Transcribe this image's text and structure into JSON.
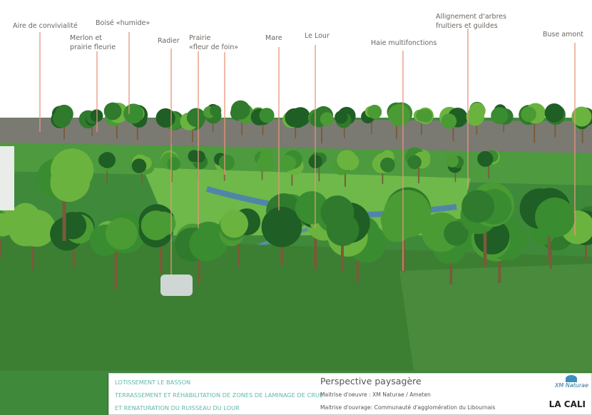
{
  "labels": {
    "aire": "Aire de convivialité",
    "merlon_1": "Merlon et",
    "merlon_2": "prairie fleurie",
    "boise": "Boisé «humide»",
    "radier": "Radier",
    "prairie_1": "Prairie",
    "prairie_2": "«fleur de foin»",
    "mare": "Mare",
    "lour": "Le Lour",
    "haie": "Haie multifonctions",
    "allign_1": "Allignement d'arbres",
    "allign_2": "fruitiers et guildes",
    "buse": "Buse amont"
  },
  "panel": {
    "line1": "LOTISSEMENT LE BASSON",
    "line2": "TERRASSEMENT ET RÉHABILITATION DE ZONES DE LAMINAGE DE CRUE",
    "line3": "ET RENATURATION  DU RUISSEAU DU LOUR",
    "title": "Perspective paysagère",
    "oeuvre": "Maitrise d'oeuvre : XM Naturae / Ameten",
    "ouvrage": "Maitrise d'ouvrage: Communauté d'agglomération du Libournais",
    "logo1": "XM Naturae",
    "logo2": "LA CALI"
  },
  "colors": {
    "leader": "#e8957a",
    "teal": "#5fb8a8"
  }
}
